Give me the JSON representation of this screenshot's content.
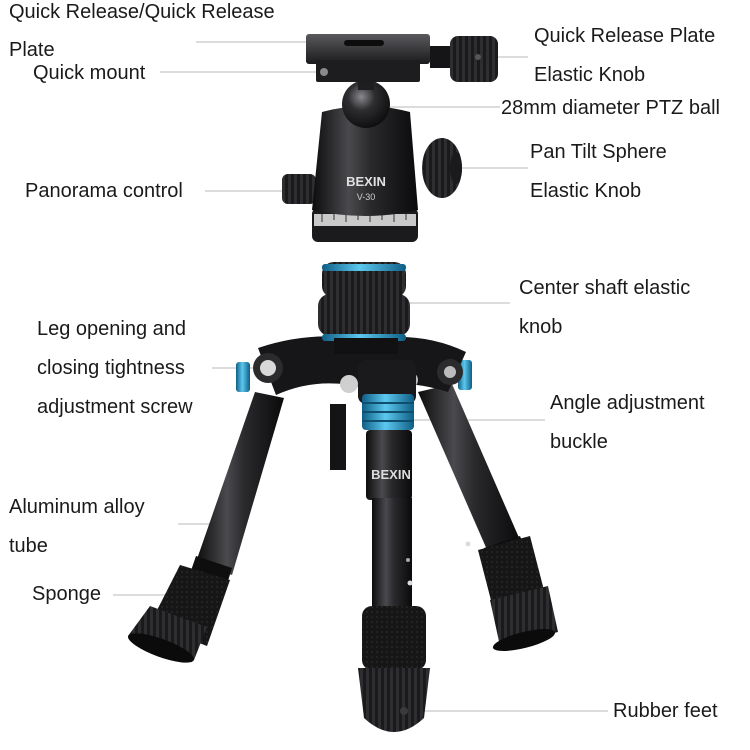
{
  "brand": {
    "head_logo": "BEXIN",
    "head_model": "V-30",
    "column_logo": "BEXIN"
  },
  "labels": {
    "quick_release_plate_left_1": "Quick Release/Quick Release",
    "quick_release_plate_left_2": "Plate",
    "quick_mount": "Quick mount",
    "quick_release_plate_right": "Quick Release Plate",
    "elastic_knob_top": "Elastic Knob",
    "ptz_ball": "28mm diameter PTZ ball",
    "pan_tilt_sphere": "Pan Tilt Sphere",
    "elastic_knob_mid": "Elastic Knob",
    "panorama_control": "Panorama control",
    "center_shaft_1": "Center shaft elastic",
    "center_shaft_2": "knob",
    "leg_opening_1": "Leg opening and",
    "leg_opening_2": "closing tightness",
    "leg_opening_3": "adjustment screw",
    "angle_adjustment_1": "Angle adjustment",
    "angle_adjustment_2": "buckle",
    "aluminum_alloy_1": "Aluminum alloy",
    "aluminum_alloy_2": "tube",
    "sponge": "Sponge",
    "rubber_feet": "Rubber feet"
  },
  "colors": {
    "accent_blue": "#2aa6d8",
    "metal_black": "#1c1c1e",
    "leader_line": "#b8b8b8"
  }
}
